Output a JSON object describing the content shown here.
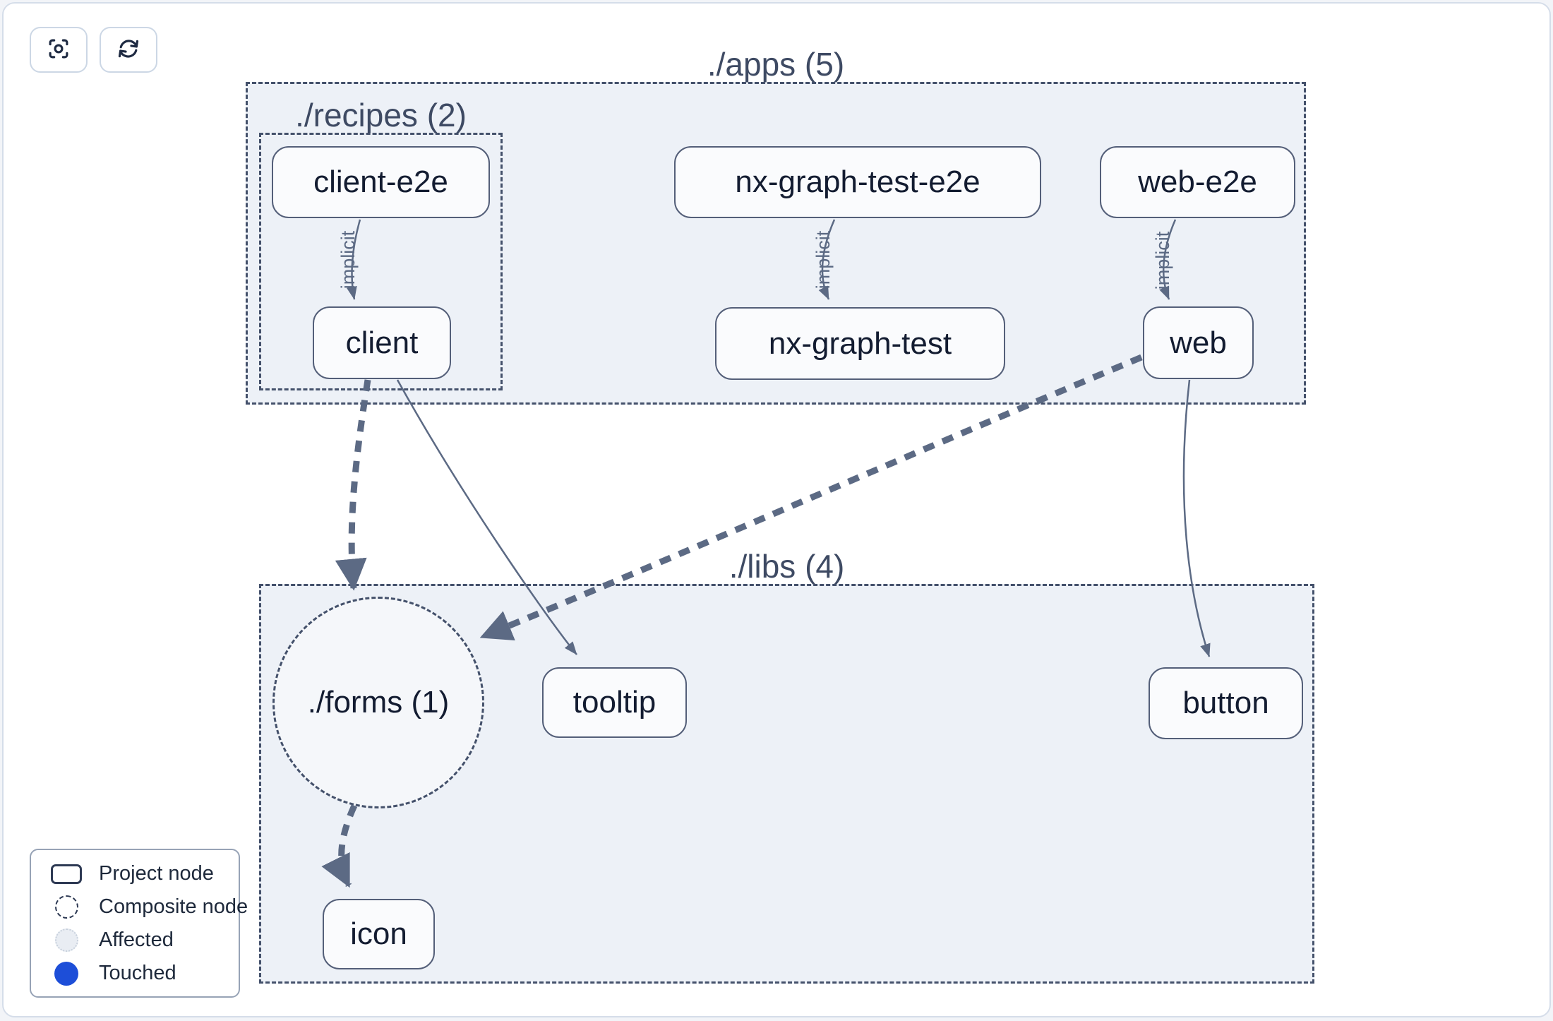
{
  "toolbar": {
    "buttons": [
      {
        "icon": "focus-icon"
      },
      {
        "icon": "refresh-icon"
      }
    ]
  },
  "graph": {
    "groups": [
      {
        "id": "apps",
        "label": "./apps (5)",
        "type": "directory"
      },
      {
        "id": "recipes",
        "label": "./recipes (2)",
        "type": "directory"
      },
      {
        "id": "libs",
        "label": "./libs (4)",
        "type": "directory"
      },
      {
        "id": "forms",
        "label": "./forms (1)",
        "type": "composite"
      }
    ],
    "nodes": [
      {
        "id": "client-e2e",
        "label": "client-e2e"
      },
      {
        "id": "client",
        "label": "client"
      },
      {
        "id": "nx-graph-test-e2e",
        "label": "nx-graph-test-e2e"
      },
      {
        "id": "nx-graph-test",
        "label": "nx-graph-test"
      },
      {
        "id": "web-e2e",
        "label": "web-e2e"
      },
      {
        "id": "web",
        "label": "web"
      },
      {
        "id": "tooltip",
        "label": "tooltip"
      },
      {
        "id": "button",
        "label": "button"
      },
      {
        "id": "icon",
        "label": "icon"
      }
    ],
    "edges": [
      {
        "from": "client-e2e",
        "to": "client",
        "style": "solid-thin",
        "label": "implicit"
      },
      {
        "from": "nx-graph-test-e2e",
        "to": "nx-graph-test",
        "style": "solid-thin",
        "label": "implicit"
      },
      {
        "from": "web-e2e",
        "to": "web",
        "style": "solid-thin",
        "label": "implicit"
      },
      {
        "from": "client",
        "to": "./forms (1)",
        "style": "dashed-thick",
        "label": ""
      },
      {
        "from": "client",
        "to": "tooltip",
        "style": "solid-thin",
        "label": ""
      },
      {
        "from": "web",
        "to": "./forms (1)",
        "style": "dashed-thick",
        "label": ""
      },
      {
        "from": "web",
        "to": "button",
        "style": "solid-thin",
        "label": ""
      },
      {
        "from": "./forms (1)",
        "to": "icon",
        "style": "dashed-thick",
        "label": ""
      }
    ]
  },
  "legend": {
    "items": [
      {
        "swatch": "project-node",
        "label": "Project node"
      },
      {
        "swatch": "composite-node",
        "label": "Composite node"
      },
      {
        "swatch": "affected",
        "label": "Affected"
      },
      {
        "swatch": "touched",
        "label": "Touched"
      }
    ]
  },
  "colors": {
    "touched_blue": "#1d4ed8",
    "group_fill": "#edf1f7",
    "group_border": "#44516b",
    "edge": "#5c6a84",
    "node_border": "#545f79",
    "node_text": "#131c31",
    "group_label_text": "#3e4a63"
  }
}
